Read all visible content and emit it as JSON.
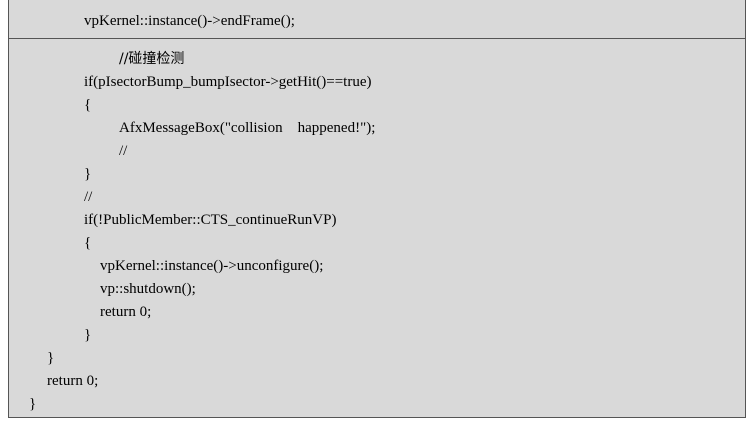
{
  "code": {
    "lines": [
      "vpKernel::instance()->endFrame();",
      "//碰撞检测",
      "if(pIsectorBump_bumpIsector->getHit()==true)",
      "{",
      "AfxMessageBox(\"collision    happened!\");",
      "//",
      "}",
      "//",
      "if(!PublicMember::CTS_continueRunVP)",
      "{",
      "vpKernel::instance()->unconfigure();",
      "vp::shutdown();",
      "return 0;",
      "}",
      "}",
      "return 0;",
      "}"
    ]
  }
}
